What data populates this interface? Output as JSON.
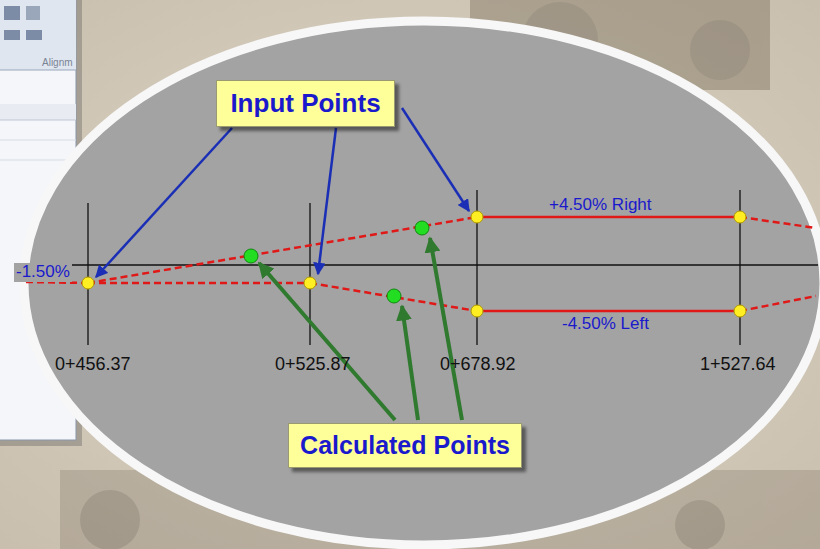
{
  "diagram": {
    "nodes": [
      {
        "text": [
          "Input Points"
        ]
      },
      {
        "text": [
          "Calculated Points"
        ]
      }
    ],
    "labels": [
      "-1.50%",
      "+4.50% Right",
      "-4.50% Left",
      "0+456.37",
      "0+525.87",
      "0+678.92",
      "1+527.64",
      "Alignm"
    ]
  }
}
